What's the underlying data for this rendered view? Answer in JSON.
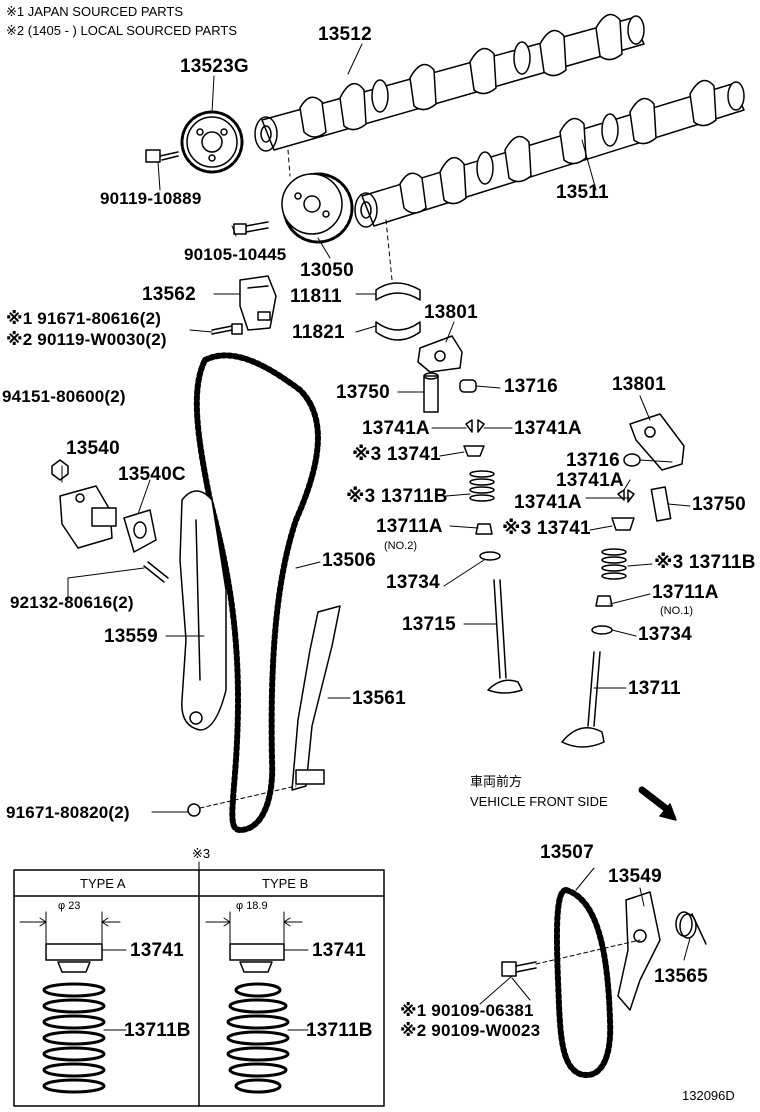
{
  "notes": {
    "line1": "※1 JAPAN SOURCED PARTS",
    "line2": "※2 (1405 -        ) LOCAL SOURCED PARTS"
  },
  "labels": {
    "p13512": "13512",
    "p13523G": "13523G",
    "p13511": "13511",
    "p90119_10889": "90119-10889",
    "p90105_10445": "90105-10445",
    "p13050": "13050",
    "p13562": "13562",
    "p11811": "11811",
    "p11821": "11821",
    "p91671_80616": "※1 91671-80616(2)",
    "p90119_W0030": "※2 90119-W0030(2)",
    "p13801_a": "13801",
    "p94151_80600": "94151-80600(2)",
    "p13750_a": "13750",
    "p13716_a": "13716",
    "p13801_b": "13801",
    "p13741A_a": "13741A",
    "p13741A_b": "13741A",
    "p13540": "13540",
    "p13741_a": "※3 13741",
    "p13716_b": "13716",
    "p13540C": "13540C",
    "p13741A_c": "13741A",
    "p13711B_a": "※3 13711B",
    "p13741A_d": "13741A",
    "p13750_b": "13750",
    "p13711A_a": "13711A",
    "p13741_b": "※3 13741",
    "no2": "(NO.2)",
    "p13506": "13506",
    "p13711B_b": "※3 13711B",
    "p13734_a": "13734",
    "p13711A_b": "13711A",
    "no1": "(NO.1)",
    "p92132_80616": "92132-80616(2)",
    "p13715": "13715",
    "p13734_b": "13734",
    "p13559": "13559",
    "p13711": "13711",
    "p13561": "13561",
    "vehicle_jp": "車両前方",
    "vehicle_en": "VEHICLE FRONT SIDE",
    "p91671_80820": "91671-80820(2)",
    "p13507": "13507",
    "p13549": "13549",
    "p13565": "13565",
    "p90109_06381": "※1 90109-06381",
    "p90109_W0023": "※2 90109-W0023",
    "diagram_id": "132096D"
  },
  "inset": {
    "marker": "※3",
    "type_a": {
      "title": "TYPE A",
      "dim": "φ 23",
      "retainer": "13741",
      "spring": "13711B"
    },
    "type_b": {
      "title": "TYPE B",
      "dim": "φ 18.9",
      "retainer": "13741",
      "spring": "13711B"
    }
  }
}
